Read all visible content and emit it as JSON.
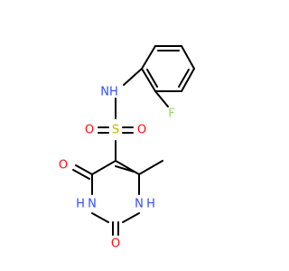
{
  "molecule": {
    "atoms": [
      {
        "id": "N1",
        "label": "NH",
        "color": "#3050f8"
      },
      {
        "id": "S",
        "label": "S",
        "color": "#c8b400"
      },
      {
        "id": "O1",
        "label": "O",
        "color": "#ff0d0d"
      },
      {
        "id": "O2",
        "label": "O",
        "color": "#ff0d0d"
      },
      {
        "id": "F",
        "label": "F",
        "color": "#90e050"
      },
      {
        "id": "O3",
        "label": "O",
        "color": "#ff0d0d"
      },
      {
        "id": "O4",
        "label": "O",
        "color": "#ff0d0d"
      },
      {
        "id": "N2",
        "label": "H",
        "color": "#3050f8"
      },
      {
        "id": "N3",
        "label": "H",
        "color": "#3050f8"
      },
      {
        "id": "N2b",
        "label": "N",
        "color": "#3050f8"
      },
      {
        "id": "N3b",
        "label": "N",
        "color": "#3050f8"
      }
    ]
  }
}
